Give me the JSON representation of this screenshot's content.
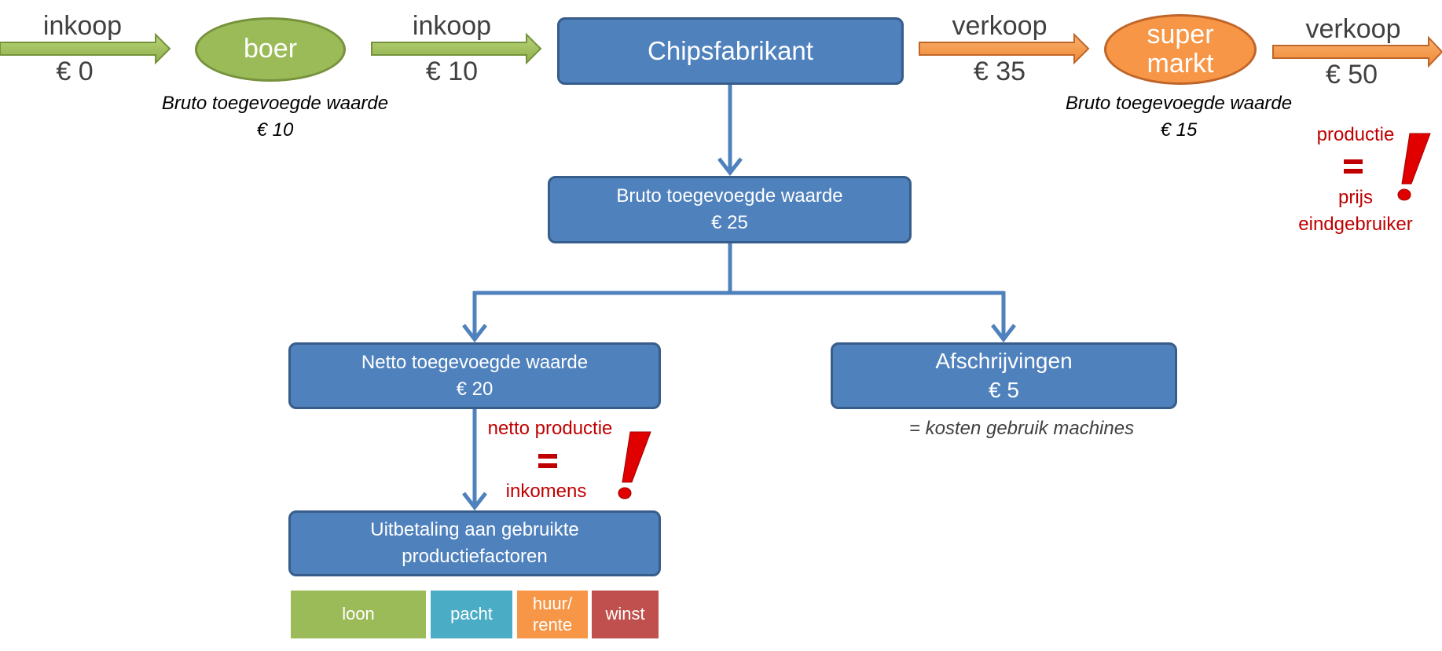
{
  "chain": {
    "buy1": {
      "label": "inkoop",
      "price": "€ 0"
    },
    "farmer": {
      "label": "boer"
    },
    "buy2": {
      "label": "inkoop",
      "price": "€ 10"
    },
    "manufacturer": {
      "label": "Chipsfabrikant"
    },
    "sell1": {
      "label": "verkoop",
      "price": "€ 35"
    },
    "supermarket": {
      "line1": "super",
      "line2": "markt"
    },
    "sell2": {
      "label": "verkoop",
      "price": "€ 50"
    },
    "farmer_value": {
      "line1": "Bruto toegevoegde waarde",
      "line2": "€ 10"
    },
    "supermarket_value": {
      "line1": "Bruto toegevoegde waarde",
      "line2": "€ 15"
    }
  },
  "note_production": {
    "top": "productie",
    "bottom1": "prijs",
    "bottom2": "eindgebruiker"
  },
  "gross_box": {
    "line1": "Bruto toegevoegde waarde",
    "line2": "€ 25"
  },
  "net_box": {
    "line1": "Netto toegevoegde waarde",
    "line2": "€ 20"
  },
  "depreciation_box": {
    "line1": "Afschrijvingen",
    "line2": "€ 5"
  },
  "depreciation_note": "= kosten gebruik machines",
  "note_income": {
    "top": "netto productie",
    "bottom": "inkomens"
  },
  "payment_box": {
    "line1": "Uitbetaling aan gebruikte",
    "line2": "productiefactoren"
  },
  "factors": {
    "wage": "loon",
    "lease": "pacht",
    "rent1": "huur/",
    "rent2": "rente",
    "profit": "winst"
  },
  "colors": {
    "green": "#9bbb59",
    "orange": "#f79646",
    "blue": "#4f81bd",
    "teal": "#4bacc6",
    "red": "#c0504d",
    "accent_red": "#c00000"
  }
}
